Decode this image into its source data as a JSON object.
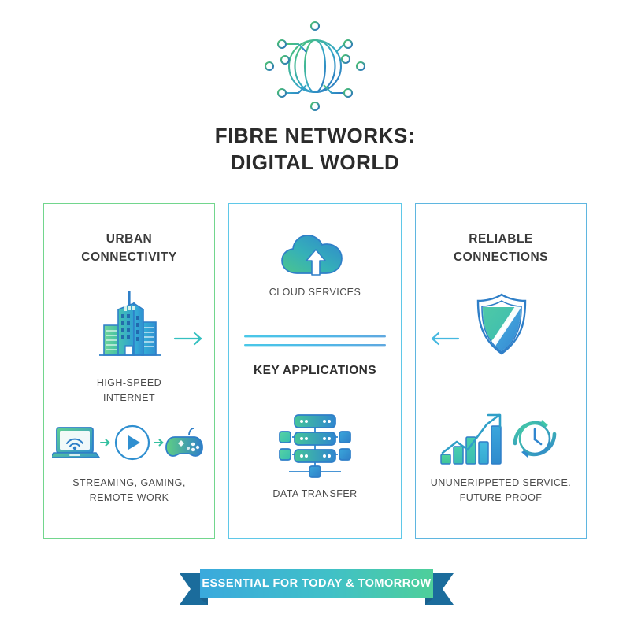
{
  "header": {
    "logo_icon": "globe-network-icon",
    "title_line1": "FIBRE NETWORKS:",
    "title_line2": "DIGITAL WORLD"
  },
  "panels": [
    {
      "id": "urban-connectivity",
      "border_color": "#72d68d",
      "heading_line1": "URBAN",
      "heading_line2": "CONNECTIVITY",
      "primary_icon": "city-buildings-icon",
      "primary_caption_line1": "HIGH-SPEED",
      "primary_caption_line2": "INTERNET",
      "secondary_icons": [
        "laptop-wifi-icon",
        "play-button-icon",
        "game-controller-icon"
      ],
      "secondary_caption_line1": "STREAMING, GAMING,",
      "secondary_caption_line2": "REMOTE WORK",
      "flow_arrow": "arrow-right-icon"
    },
    {
      "id": "key-applications",
      "border_color": "#5fc8e8",
      "primary_icon": "cloud-upload-icon",
      "primary_caption_line1": "CLOUD SERVICES",
      "divider": "double-line-divider",
      "subheading": "KEY APPLICATIONS",
      "secondary_icon": "server-network-icon",
      "secondary_caption_line1": "DATA TRANSFER"
    },
    {
      "id": "reliable-connections",
      "border_color": "#5fb6e0",
      "heading_line1": "RELIABLE",
      "heading_line2": "CONNECTIONS",
      "primary_icon": "shield-icon",
      "secondary_icons": [
        "growth-chart-icon",
        "clock-refresh-icon"
      ],
      "secondary_caption_line1": "UNUNERIPPETED SERVICE.",
      "secondary_caption_line2": "FUTURE-PROOF",
      "flow_arrow": "arrow-left-icon"
    }
  ],
  "banner": {
    "text": "ESSENTIAL FOR TODAY & TOMORROW",
    "ribbon_color_start": "#3aa9dd",
    "ribbon_color_end": "#4ecf9a",
    "tail_color": "#1b6c9c"
  },
  "colors": {
    "green": "#4cc27a",
    "teal": "#3bbfb0",
    "blue": "#2b7fc4",
    "light_blue": "#5fc8e8",
    "text_dark": "#2b2b2b"
  }
}
